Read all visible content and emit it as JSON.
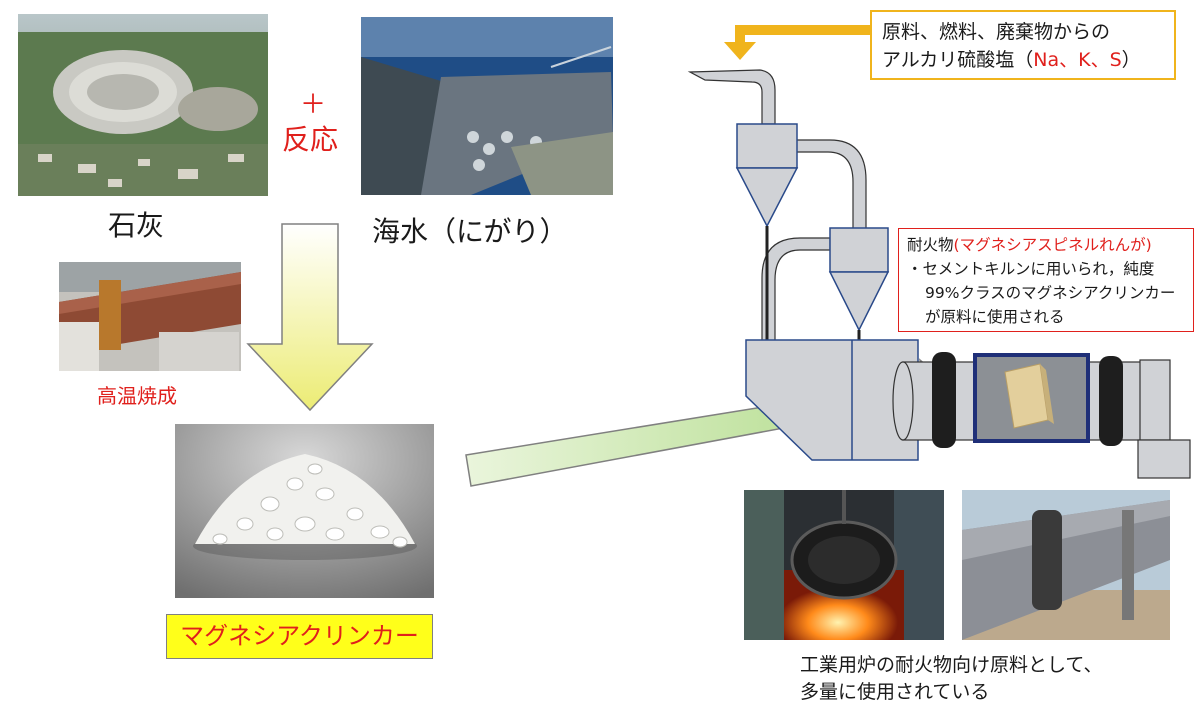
{
  "photos": {
    "limestone_quarry": {
      "caption": "石灰"
    },
    "seawater_port": {
      "caption": "海水（にがり）"
    },
    "rotary_kiln": {
      "caption": "高温焼成"
    },
    "magnesia_pile": {
      "caption": "マグネシアクリンカー"
    },
    "steel_ladle": {},
    "cement_kiln": {}
  },
  "reaction": {
    "plus": "＋",
    "label": "反応"
  },
  "callout_alkali": {
    "line1": "原料、燃料、廃棄物からの",
    "line2_prefix": "アルカリ硫酸塩（",
    "line2_elements": "Na、K、S",
    "line2_suffix": "）"
  },
  "callout_refractory": {
    "title_prefix": "耐火物",
    "title_highlight": "(マグネシアスピネルれんが)",
    "line1": "・セメントキルンに用いられ，純度",
    "line2": "99%クラスのマグネシアクリンカー",
    "line3": "が原料に使用される"
  },
  "bottom_caption": {
    "line1": "工業用炉の耐火物向け原料として、",
    "line2": "多量に使用されている"
  },
  "colors": {
    "accent_red": "#e0201c",
    "callout_border_yellow": "#f0b41c",
    "callout_border_red": "#e0201c",
    "highlight_yellow": "#ffff1a",
    "down_arrow_fill": "#f2f29a",
    "diagonal_arrow_fill": "#b9dc98",
    "plant_gray": "#d0d2d6",
    "plant_outline": "#2a4a8a"
  }
}
